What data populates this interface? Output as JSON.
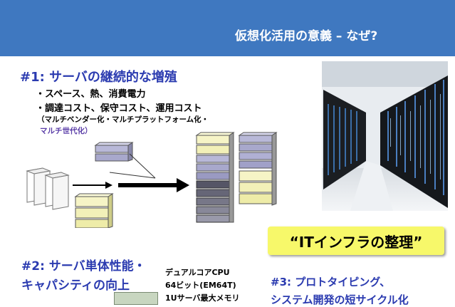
{
  "header": {
    "title": "仮想化活用の意義 – なぜ?"
  },
  "section1": {
    "heading": "#1: サーバの継続的な増殖",
    "bullets": [
      "・スペース、熱、消費電力",
      "・調達コスト、保守コスト、運用コスト"
    ],
    "note_line1": "（マルチベンダー化・マルチプラットフォーム化・",
    "note_line2": "マルチ世代化）"
  },
  "callout": {
    "text": "“ITインフラの整理”"
  },
  "section2": {
    "heading_line1": "#2: サーバ単体性能・",
    "heading_line2": "キャパシティの向上",
    "specs": [
      "デュアルコアCPU",
      "64ビット(EM64T)",
      "1Uサーバ最大メモリ"
    ]
  },
  "section3": {
    "heading_line1": "#3: プロトタイピング、",
    "heading_line2": "システム開発の短サイクル化"
  },
  "colors": {
    "header": "#3f78c0",
    "heading": "#2b3bb0",
    "callout": "#f7f86a",
    "accent_purple": "#5b3ea8"
  }
}
